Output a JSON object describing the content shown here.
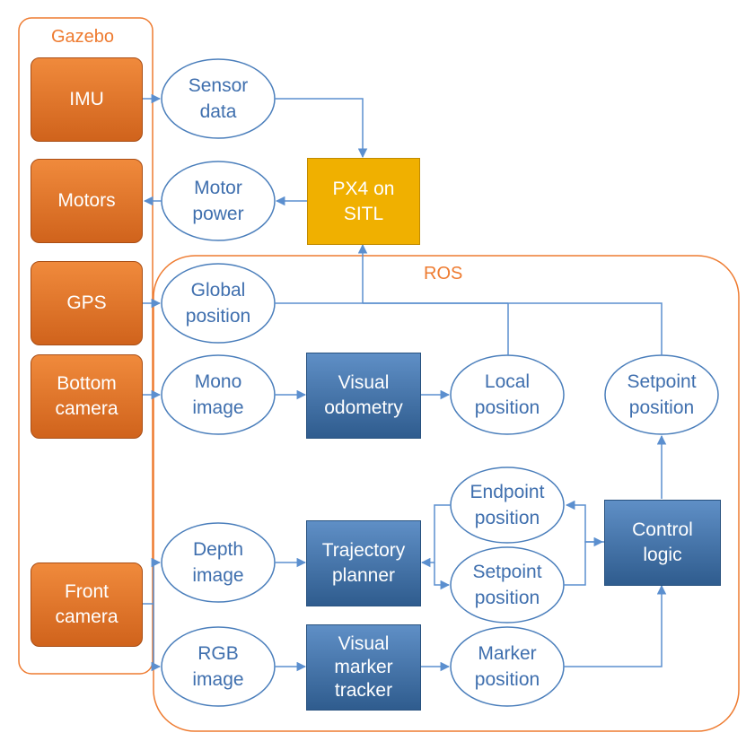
{
  "groups": {
    "gazebo": "Gazebo",
    "ros": "ROS"
  },
  "sensors": {
    "imu": "IMU",
    "motors": "Motors",
    "gps": "GPS",
    "bottom_camera": [
      "Bottom",
      "camera"
    ],
    "front_camera": [
      "Front",
      "camera"
    ]
  },
  "px4": [
    "PX4 on",
    "SITL"
  ],
  "processes": {
    "visual_odometry": [
      "Visual",
      "odometry"
    ],
    "trajectory_planner": [
      "Trajectory",
      "planner"
    ],
    "visual_marker_tracker": [
      "Visual",
      "marker",
      "tracker"
    ],
    "control_logic": [
      "Control",
      "logic"
    ]
  },
  "data_nodes": {
    "sensor_data": [
      "Sensor",
      "data"
    ],
    "motor_power": [
      "Motor",
      "power"
    ],
    "global_position": [
      "Global",
      "position"
    ],
    "mono_image": [
      "Mono",
      "image"
    ],
    "local_position": [
      "Local",
      "position"
    ],
    "setpoint_position_top": [
      "Setpoint",
      "position"
    ],
    "endpoint_position": [
      "Endpoint",
      "position"
    ],
    "setpoint_position_mid": [
      "Setpoint",
      "position"
    ],
    "depth_image": [
      "Depth",
      "image"
    ],
    "rgb_image": [
      "RGB",
      "image"
    ],
    "marker_position": [
      "Marker",
      "position"
    ]
  },
  "colors": {
    "gazebo_border": "#ee7b30",
    "ros_border": "#ee7b30",
    "sensor_fill": "#e0742c",
    "px4_fill": "#f0b000",
    "process_fill": "#3d6ea6",
    "ellipse_stroke": "#4a7ebb",
    "arrow": "#5b8fcf"
  }
}
